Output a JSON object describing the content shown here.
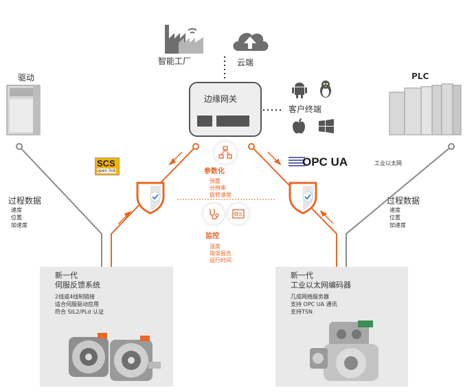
{
  "factory": {
    "label": "智能工厂"
  },
  "cloud": {
    "label": "云端"
  },
  "gateway": {
    "label": "边缘网关"
  },
  "client": {
    "label": "客户终端"
  },
  "drive": {
    "label": "驱动"
  },
  "plc": {
    "label": "PLC"
  },
  "scs": {
    "line1": "SCS",
    "line2": "open link"
  },
  "opcua": {
    "label": "OPC UA"
  },
  "industrial_ethernet": {
    "label": "工业以太网"
  },
  "left_process": {
    "title": "过程数据",
    "items": [
      "速度",
      "位置",
      "加速度"
    ]
  },
  "right_process": {
    "title": "过程数据",
    "items": [
      "速度",
      "位置",
      "加速度"
    ]
  },
  "param": {
    "title": "参数化",
    "items": [
      "预置",
      "分辨率",
      "旋转速度"
    ]
  },
  "monitor": {
    "title": "监控",
    "items": [
      "温度",
      "错误报告",
      "运行时间"
    ]
  },
  "left_panel": {
    "title1": "新一代",
    "title2": "伺服反馈系统",
    "items": [
      "2线或4线制链接",
      "适合伺服驱动应用",
      "符合 SIL2/PLd 认证"
    ]
  },
  "right_panel": {
    "title1": "新一代",
    "title2": "工业以太网编码器",
    "items": [
      "几成网络服务器",
      "支持 OPC UA 通讯",
      "支持TSN"
    ]
  },
  "colors": {
    "accent": "#e8672a",
    "line": "#888888",
    "panel": "#e9e9e9"
  }
}
